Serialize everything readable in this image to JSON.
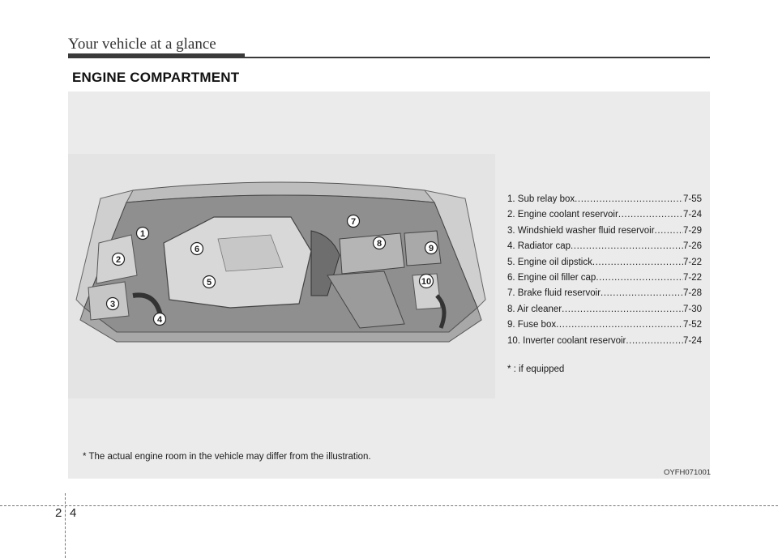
{
  "header": {
    "title": "Your vehicle at a glance"
  },
  "section": {
    "title": "ENGINE COMPARTMENT"
  },
  "legend": [
    {
      "label": "1. Sub relay box ",
      "page": "7-55"
    },
    {
      "label": "2. Engine coolant reservoir ",
      "page": "7-24"
    },
    {
      "label": "3. Windshield washer fluid reservoir ",
      "page": "7-29"
    },
    {
      "label": "4. Radiator cap ",
      "page": "7-26"
    },
    {
      "label": "5. Engine oil dipstick ",
      "page": "7-22"
    },
    {
      "label": "6. Engine oil filler cap ",
      "page": "7-22"
    },
    {
      "label": "7. Brake fluid reservoir ",
      "page": "7-28"
    },
    {
      "label": "8. Air cleaner",
      "page": "7-30"
    },
    {
      "label": "9. Fuse box ",
      "page": "7-52"
    },
    {
      "label": "10. Inverter coolant reservoir ",
      "page": "7-24"
    }
  ],
  "footnote": "* : if equipped",
  "disclaimer": "* The actual engine room in the vehicle may differ from the illustration.",
  "image_code": "OYFH071001",
  "callouts": [
    "1",
    "2",
    "3",
    "4",
    "5",
    "6",
    "7",
    "8",
    "9",
    "10"
  ],
  "page_number": {
    "chapter": "2",
    "page": "4"
  }
}
